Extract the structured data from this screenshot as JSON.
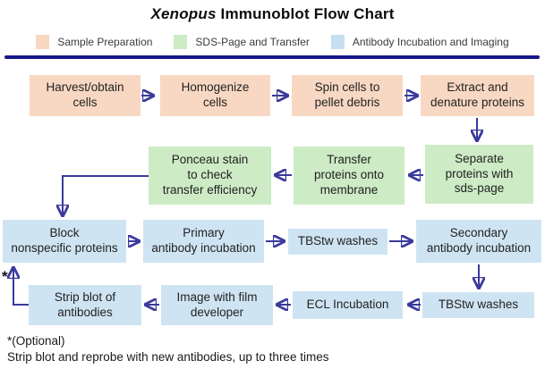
{
  "title": {
    "species": "Xenopus",
    "rest": " Immunoblot Flow Chart"
  },
  "legend": {
    "items": [
      {
        "label": "Sample Preparation",
        "color": "#f8d8c3"
      },
      {
        "label": "SDS-Page and Transfer",
        "color": "#cdebc5"
      },
      {
        "label": "Antibody Incubation and Imaging",
        "color": "#c6dff0"
      }
    ]
  },
  "nodes": {
    "harvest": {
      "label": "Harvest/obtain\ncells",
      "stage": "sample_preparation"
    },
    "homogenize": {
      "label": "Homogenize\ncells",
      "stage": "sample_preparation"
    },
    "spin": {
      "label": "Spin cells to\npellet debris",
      "stage": "sample_preparation"
    },
    "extract": {
      "label": "Extract and\ndenature proteins",
      "stage": "sample_preparation"
    },
    "separate": {
      "label": "Separate\nproteins with\nsds-page",
      "stage": "sds_page_and_transfer"
    },
    "transfer": {
      "label": "Transfer\nproteins onto\nmembrane",
      "stage": "sds_page_and_transfer"
    },
    "ponceau": {
      "label": "Ponceau stain\nto check\ntransfer efficiency",
      "stage": "sds_page_and_transfer"
    },
    "block": {
      "label": "Block\nnonspecific proteins",
      "stage": "antibody_incubation_and_imaging"
    },
    "primary": {
      "label": "Primary\nantibody incubation",
      "stage": "antibody_incubation_and_imaging"
    },
    "tbstw1": {
      "label": "TBStw washes",
      "stage": "antibody_incubation_and_imaging"
    },
    "secondary": {
      "label": "Secondary\nantibody incubation",
      "stage": "antibody_incubation_and_imaging"
    },
    "tbstw2": {
      "label": "TBStw washes",
      "stage": "antibody_incubation_and_imaging"
    },
    "ecl": {
      "label": "ECL Incubation",
      "stage": "antibody_incubation_and_imaging"
    },
    "image_dev": {
      "label": "Image with film\ndeveloper",
      "stage": "antibody_incubation_and_imaging"
    },
    "strip": {
      "label": "Strip blot of\nantibodies",
      "stage": "antibody_incubation_and_imaging"
    }
  },
  "edges": [
    {
      "from": "harvest",
      "to": "homogenize"
    },
    {
      "from": "homogenize",
      "to": "spin"
    },
    {
      "from": "spin",
      "to": "extract"
    },
    {
      "from": "extract",
      "to": "separate"
    },
    {
      "from": "separate",
      "to": "transfer"
    },
    {
      "from": "transfer",
      "to": "ponceau"
    },
    {
      "from": "ponceau",
      "to": "block"
    },
    {
      "from": "block",
      "to": "primary"
    },
    {
      "from": "primary",
      "to": "tbstw1"
    },
    {
      "from": "tbstw1",
      "to": "secondary"
    },
    {
      "from": "secondary",
      "to": "tbstw2"
    },
    {
      "from": "tbstw2",
      "to": "ecl"
    },
    {
      "from": "ecl",
      "to": "image_dev"
    },
    {
      "from": "image_dev",
      "to": "strip"
    },
    {
      "from": "strip",
      "to": "block",
      "optional": true
    }
  ],
  "footnotes": {
    "asterisk": "*",
    "optional": "*(Optional)",
    "note": "Strip blot and reprobe with new antibodies, up to three times"
  },
  "colors": {
    "sample_preparation": "#f8d8c3",
    "sds_page_and_transfer": "#cdebc5",
    "antibody_incubation_and_imaging": "#cfe4f3",
    "arrow": "#3a3a9c",
    "divider": "#16168a"
  }
}
